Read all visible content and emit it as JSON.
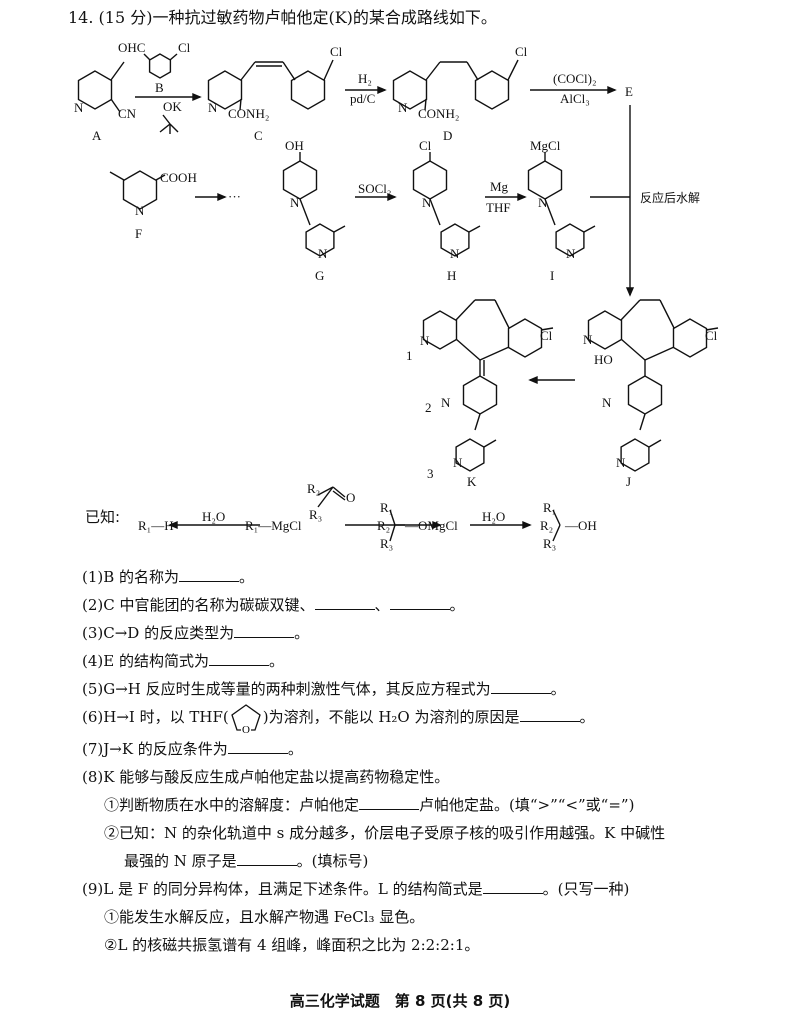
{
  "title": "14. (15 分)一种抗过敏药物卢帕他定(K)的某合成路线如下。",
  "scheme": {
    "A": {
      "label": "A",
      "n": "N",
      "cn": "CN"
    },
    "B": {
      "label": "B",
      "ohc": "OHC",
      "cl": "Cl",
      "reagent": "OK"
    },
    "C": {
      "label": "C",
      "n": "N",
      "conh2": "CONH₂",
      "cl": "Cl"
    },
    "step_cd": {
      "top": "H₂",
      "bottom": "pd/C"
    },
    "D": {
      "label": "D",
      "n": "N",
      "conh2": "CONH₂",
      "cl": "Cl"
    },
    "step_de": {
      "top": "(COCl)₂",
      "bottom": "AlCl₃"
    },
    "E": {
      "label": "E"
    },
    "hydrolysis": "反应后水解",
    "F": {
      "label": "F",
      "n": "N",
      "cooh": "COOH"
    },
    "dots": "···",
    "G": {
      "label": "G",
      "oh": "OH",
      "n": "N",
      "n2": "N"
    },
    "step_gh": {
      "top": "SOCl₂"
    },
    "H": {
      "label": "H",
      "cl": "Cl",
      "n": "N",
      "n2": "N"
    },
    "step_hi": {
      "top": "Mg",
      "bottom": "THF"
    },
    "I": {
      "label": "I",
      "mgcl": "MgCl",
      "n": "N",
      "n2": "N"
    },
    "K": {
      "label": "K",
      "n": "N",
      "cl": "Cl",
      "n2": "N",
      "n3": "N",
      "num1": "1",
      "num2": "2",
      "num3": "3"
    },
    "J": {
      "label": "J",
      "n": "N",
      "cl": "Cl",
      "ho": "HO",
      "n2": "N",
      "n3": "N"
    }
  },
  "known": {
    "prefix": "已知:",
    "r1h": "R₁—H",
    "h2o_left": "H₂O",
    "r1mgcl": "R₁—MgCl",
    "ketone_r2": "R₂",
    "ketone_r3": "R₃",
    "ketone_o": "O",
    "r1": "R₁",
    "r2": "R₂",
    "r3": "R₃",
    "omgcl": "—OMgCl",
    "h2o_right": "H₂O",
    "oh": "—OH"
  },
  "questions": {
    "q1": {
      "a": "(1)B 的名称为",
      "b": "。"
    },
    "q2": {
      "a": "(2)C 中官能团的名称为碳碳双键、",
      "b": "、",
      "c": "。"
    },
    "q3": {
      "a": "(3)C→D 的反应类型为",
      "b": "。"
    },
    "q4": {
      "a": "(4)E 的结构简式为",
      "b": "。"
    },
    "q5": {
      "a": "(5)G→H 反应时生成等量的两种刺激性气体，其反应方程式为",
      "b": "。"
    },
    "q6": {
      "a": "(6)H→I 时，以 THF(",
      "thf_o": "O",
      "b": ")为溶剂，不能以 H₂O 为溶剂的原因是",
      "c": "。"
    },
    "q7": {
      "a": "(7)J→K 的反应条件为",
      "b": "。"
    },
    "q8": {
      "a": "(8)K 能够与酸反应生成卢帕他定盐以提高药物稳定性。",
      "s1a": "①判断物质在水中的溶解度：卢帕他定",
      "s1b": "卢帕他定盐。(填“>”“<”或“=”)",
      "s2a": "②已知：N 的杂化轨道中 s 成分越多，价层电子受原子核的吸引作用越强。K 中碱性",
      "s2b": "最强的 N 原子是",
      "s2c": "。(填标号)"
    },
    "q9": {
      "a": "(9)L 是 F 的同分异构体，且满足下述条件。L 的结构简式是",
      "b": "。(只写一种)",
      "s1": "①能发生水解反应，且水解产物遇 FeCl₃ 显色。",
      "s2": "②L 的核磁共振氢谱有 4 组峰，峰面积之比为 2:2:2:1。"
    }
  },
  "footer": "高三化学试题　第 8 页(共 8 页)"
}
